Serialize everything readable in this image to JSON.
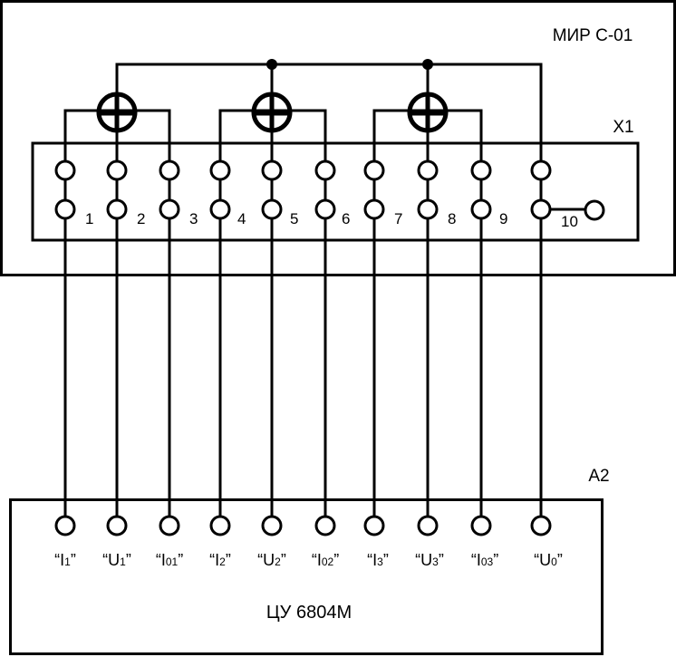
{
  "device": {
    "title": "МИР С-01",
    "block_label": "X1",
    "contacts": [
      "1",
      "2",
      "3",
      "4",
      "5",
      "6",
      "7",
      "8",
      "9",
      "10"
    ]
  },
  "unit": {
    "label": "A2",
    "name": "ЦУ 6804М",
    "terminals": [
      {
        "base": "I",
        "sub": "1"
      },
      {
        "base": "U",
        "sub": "1"
      },
      {
        "base": "I",
        "sub": "01"
      },
      {
        "base": "I",
        "sub": "2"
      },
      {
        "base": "U",
        "sub": "2"
      },
      {
        "base": "I",
        "sub": "02"
      },
      {
        "base": "I",
        "sub": "3"
      },
      {
        "base": "U",
        "sub": "3"
      },
      {
        "base": "I",
        "sub": "03"
      },
      {
        "base": "U",
        "sub": "0"
      }
    ]
  }
}
